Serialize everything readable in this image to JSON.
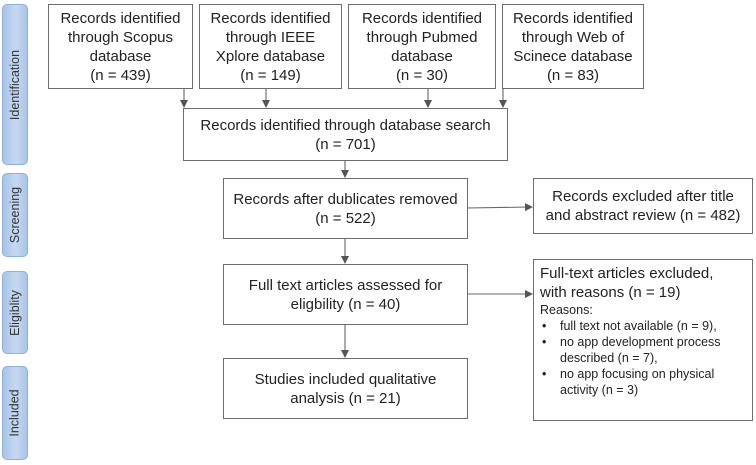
{
  "phases": {
    "identification": "Identification",
    "screening": "Screening",
    "eligibility": "Eligiblity",
    "included": "Included"
  },
  "sources": [
    {
      "line1": "Records identified",
      "line2": "through Scopus",
      "line3": "database",
      "line4": "(n = 439)"
    },
    {
      "line1": "Records identified",
      "line2": "through IEEE",
      "line3": "Xplore database",
      "line4": "(n = 149)"
    },
    {
      "line1": "Records identified",
      "line2": "through Pubmed",
      "line3": "database",
      "line4": "(n = 30)"
    },
    {
      "line1": "Records identified",
      "line2": "through Web of",
      "line3": "Scinece database",
      "line4": "(n = 83)"
    }
  ],
  "combined": {
    "line1": "Records identified through database search",
    "line2": "(n = 701)"
  },
  "dedup": {
    "line1": "Records after dublicates removed",
    "line2": "(n = 522)"
  },
  "excluded_title": {
    "line1": "Records excluded after title",
    "line2": "and abstract review (n = 482)"
  },
  "fulltext": {
    "line1": "Full text articles assessed for",
    "line2": "eligbility (n = 40)"
  },
  "excluded_fulltext": {
    "line1": "Full-text articles excluded,",
    "line2": "with reasons (n = 19)",
    "reasons_label": "Reasons:",
    "bullet": "•",
    "reasons": [
      {
        "line1": "full text not available (n = 9),"
      },
      {
        "line1": "no app development process",
        "line2": "described (n = 7),"
      },
      {
        "line1": "no app focusing on physical",
        "line2": "activity (n = 3)"
      }
    ]
  },
  "included": {
    "line1": "Studies included qualitative",
    "line2": "analysis (n = 21)"
  }
}
